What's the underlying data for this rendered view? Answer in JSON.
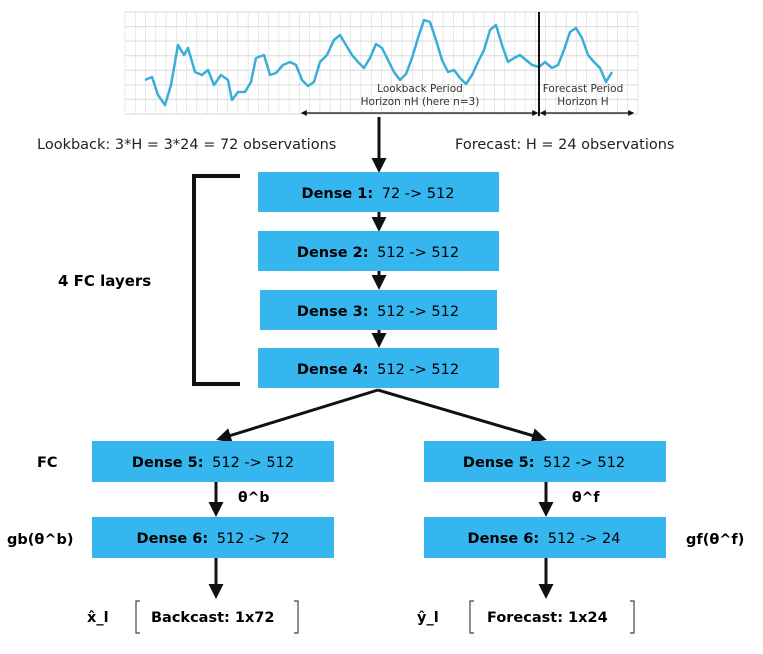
{
  "header": {
    "lookback_caption": "Lookback: 3*H = 3*24 = 72 observations",
    "forecast_caption": "Forecast: H = 24 observations"
  },
  "timeseries": {
    "lookback_period_title": "Lookback Period",
    "lookback_horizon_label": "Horizon nH (here n=3)",
    "forecast_period_title": "Forecast Period",
    "forecast_horizon_label": "Horizon H",
    "line_color": "#3aaed8",
    "grid_color": "#d9d9d9"
  },
  "stack": {
    "group_label": "4 FC layers",
    "layers": [
      {
        "name": "Dense 1:",
        "dims": "72 -> 512"
      },
      {
        "name": "Dense 2:",
        "dims": "512 -> 512"
      },
      {
        "name": "Dense 3:",
        "dims": "512 -> 512"
      },
      {
        "name": "Dense 4:",
        "dims": "512 -> 512"
      }
    ],
    "box_color": "#36b6ee"
  },
  "backcast_branch": {
    "side_label_top": "FC",
    "dense5": {
      "name": "Dense 5:",
      "dims": "512 -> 512"
    },
    "theta_label": "θ^b",
    "side_label_bottom": "gb(θ^b)",
    "dense6": {
      "name": "Dense 6:",
      "dims": "512 -> 72"
    },
    "output_symbol": "x̂_l",
    "output_label": "Backcast: 1x72"
  },
  "forecast_branch": {
    "dense5": {
      "name": "Dense 5:",
      "dims": "512 -> 512"
    },
    "theta_label": "θ^f",
    "side_label_bottom": "gf(θ^f)",
    "dense6": {
      "name": "Dense 6:",
      "dims": "512 -> 24"
    },
    "output_symbol": "ŷ_l",
    "output_label": "Forecast: 1x24"
  }
}
